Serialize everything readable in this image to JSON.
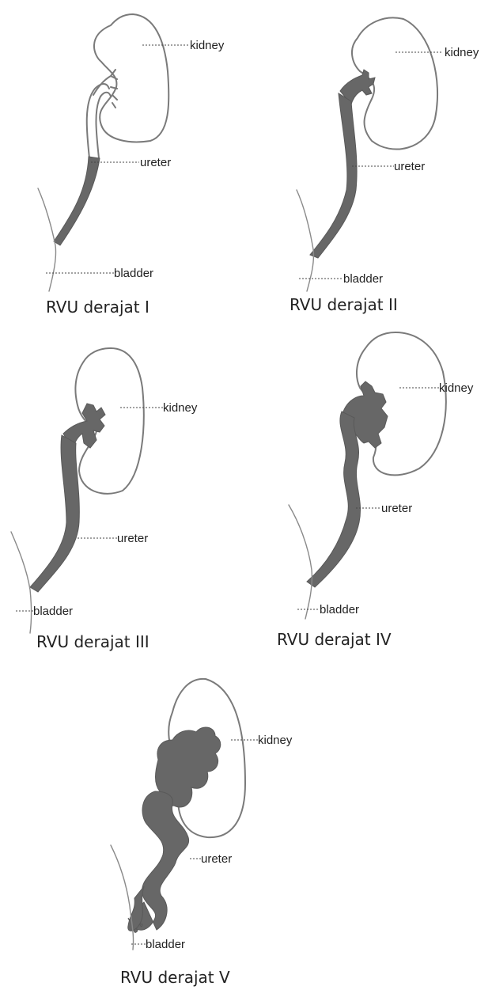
{
  "colors": {
    "outline": "#7a7a7a",
    "reflux_fill": "#676767",
    "leader_line": "#444444",
    "text": "#222222",
    "background": "#ffffff"
  },
  "labels": {
    "kidney": "kidney",
    "ureter": "ureter",
    "bladder": "bladder"
  },
  "panels": [
    {
      "caption": "RVU derajat I"
    },
    {
      "caption": "RVU derajat II"
    },
    {
      "caption": "RVU derajat III"
    },
    {
      "caption": "RVU derajat IV"
    },
    {
      "caption": "RVU derajat V"
    }
  ]
}
